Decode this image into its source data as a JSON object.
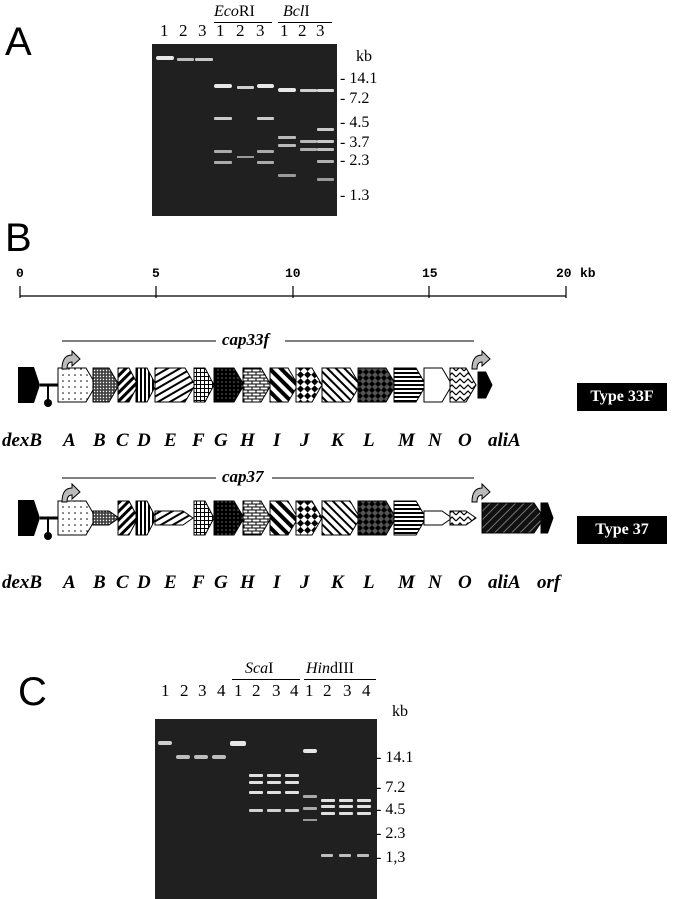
{
  "panels": {
    "a": {
      "letter": "A",
      "lanes": [
        "1",
        "2",
        "3",
        "1",
        "2",
        "3",
        "1",
        "2",
        "3"
      ],
      "enzymes": [
        {
          "italic": "Eco",
          "rest": "RI"
        },
        {
          "italic": "Bcl",
          "rest": "I"
        }
      ],
      "kb_label": "kb",
      "markers": [
        "14.1",
        "7.2",
        "4.5",
        "3.7",
        "2.3",
        "1.3"
      ]
    },
    "b": {
      "letter": "B",
      "ruler": {
        "ticks": [
          "0",
          "5",
          "10",
          "15",
          "20"
        ],
        "unit": "kb"
      },
      "clusters": [
        {
          "name": "cap33f",
          "type_label": "Type 33F",
          "genes": [
            "dexB",
            "A",
            "B",
            "C",
            "D",
            "E",
            "F",
            "G",
            "H",
            "I",
            "J",
            "K",
            "L",
            "M",
            "N",
            "O",
            "aliA"
          ]
        },
        {
          "name": "cap37",
          "type_label": "Type 37",
          "genes": [
            "dexB",
            "A",
            "B",
            "C",
            "D",
            "E",
            "F",
            "G",
            "H",
            "I",
            "J",
            "K",
            "L",
            "M",
            "N",
            "O",
            "aliA",
            "orf"
          ]
        }
      ]
    },
    "c": {
      "letter": "C",
      "lanes": [
        "1",
        "2",
        "3",
        "4",
        "1",
        "2",
        "3",
        "4",
        "1",
        "2",
        "3",
        "4"
      ],
      "enzymes": [
        {
          "italic": "Sca",
          "rest": "I"
        },
        {
          "italic": "Hin",
          "rest": "dIII"
        }
      ],
      "kb_label": "kb",
      "markers": [
        "14.1",
        "7.2",
        "4.5",
        "2.3",
        "1,3"
      ]
    }
  }
}
